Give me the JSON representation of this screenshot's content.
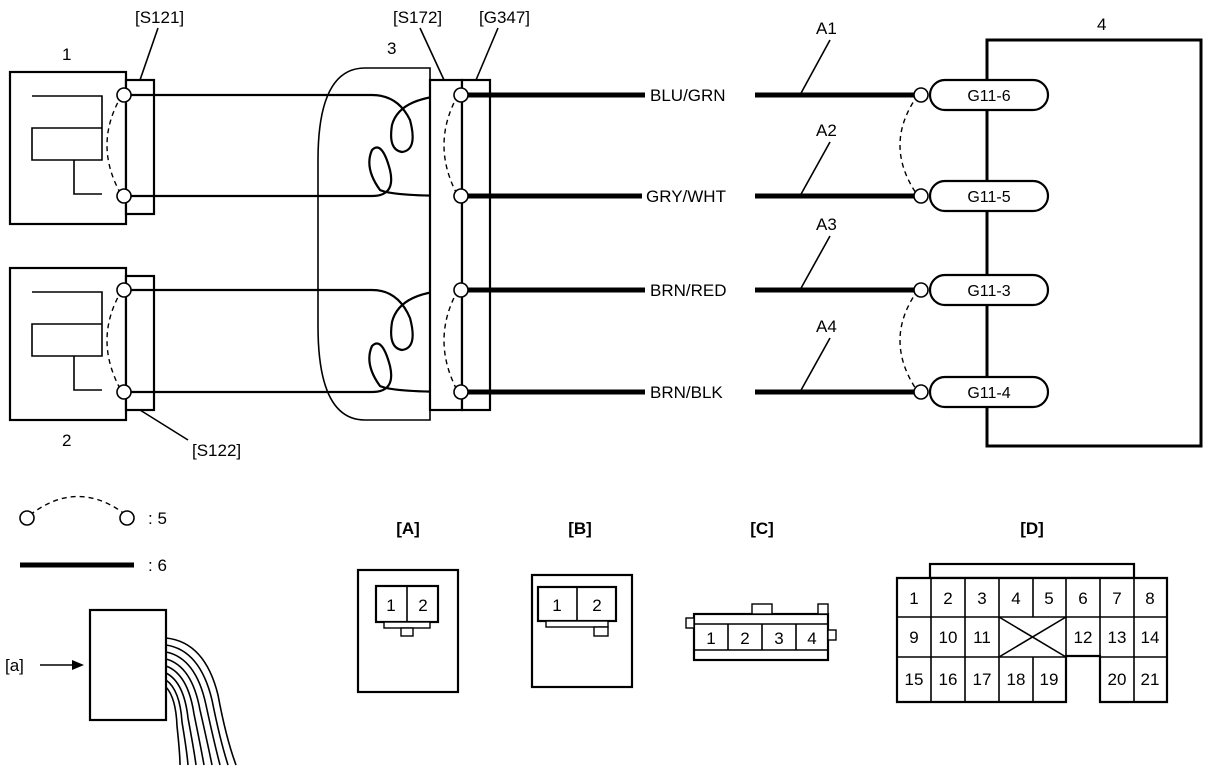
{
  "components": {
    "sensor_1": "1",
    "sensor_2": "2",
    "harness": "3",
    "ecu": "4"
  },
  "connectors": {
    "s121": "[S121]",
    "s122": "[S122]",
    "s172": "[S172]",
    "g347": "[G347]"
  },
  "wires": [
    {
      "id": "A1",
      "color": "BLU/GRN",
      "pin": "G11-6"
    },
    {
      "id": "A2",
      "color": "GRY/WHT",
      "pin": "G11-5"
    },
    {
      "id": "A3",
      "color": "BRN/RED",
      "pin": "G11-3"
    },
    {
      "id": "A4",
      "color": "BRN/BLK",
      "pin": "G11-4"
    }
  ],
  "legend": {
    "shield_label": ": 5",
    "thick_wire_label": ": 6",
    "view_label": "[a]"
  },
  "connector_views": {
    "a": {
      "title": "[A]",
      "pins": [
        "1",
        "2"
      ]
    },
    "b": {
      "title": "[B]",
      "pins": [
        "1",
        "2"
      ]
    },
    "c": {
      "title": "[C]",
      "pins": [
        "1",
        "2",
        "3",
        "4"
      ]
    },
    "d": {
      "title": "[D]",
      "row1": [
        "1",
        "2",
        "3",
        "4",
        "5",
        "6",
        "7",
        "8"
      ],
      "row2": [
        "9",
        "10",
        "11",
        "12",
        "13",
        "14"
      ],
      "row3": [
        "15",
        "16",
        "17",
        "18",
        "19",
        "20",
        "21"
      ]
    }
  }
}
